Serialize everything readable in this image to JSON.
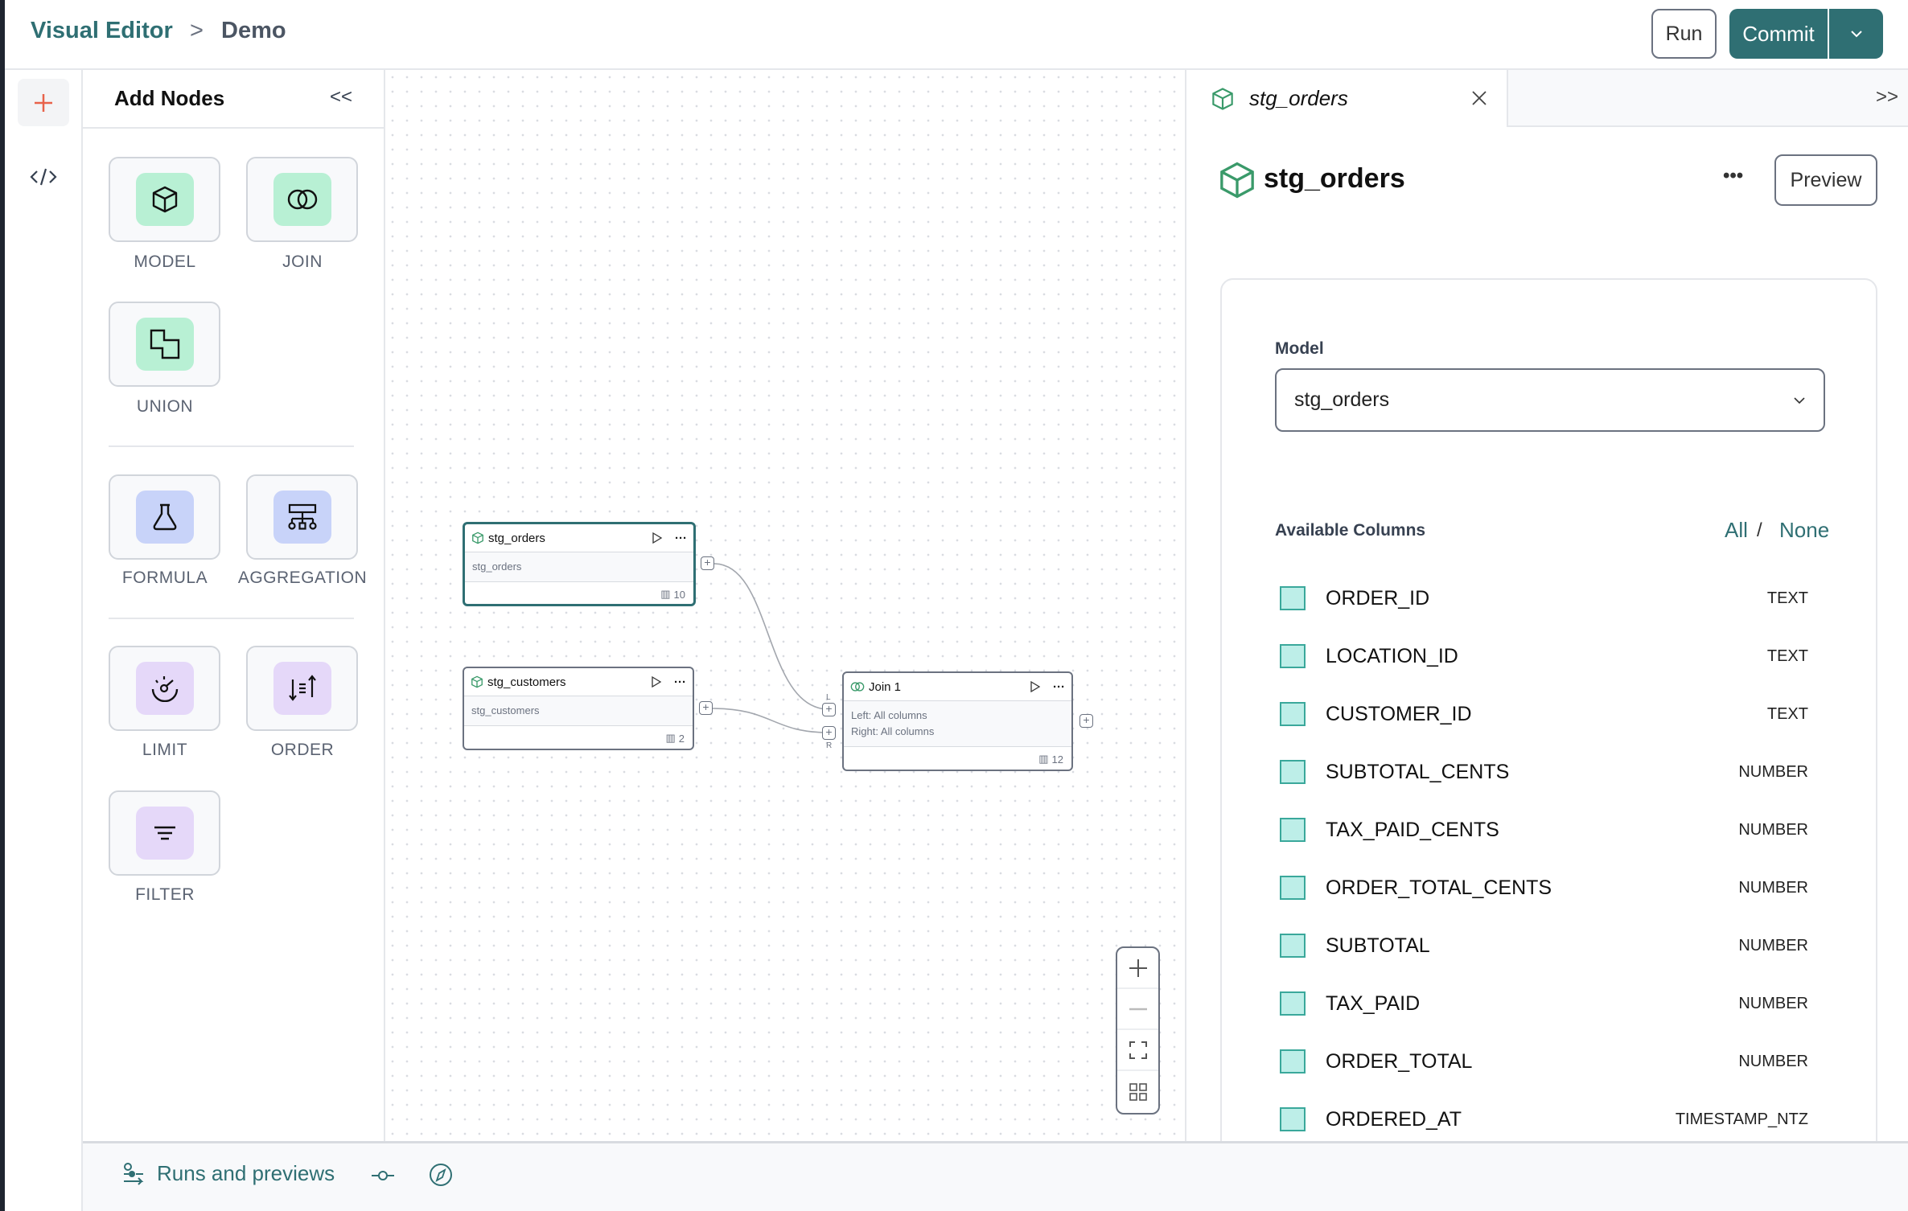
{
  "header": {
    "breadcrumb_root": "Visual Editor",
    "breadcrumb_separator": ">",
    "breadcrumb_current": "Demo",
    "run_label": "Run",
    "commit_label": "Commit"
  },
  "colors": {
    "accent": "#2f6f73",
    "model_tile": "#b8f0d4",
    "transform_tile": "#c8d3f9",
    "filter_tile": "#e5d8f9",
    "checkbox": "#bdeee8"
  },
  "rail": {
    "items": [
      {
        "icon": "plus-icon"
      },
      {
        "icon": "code-icon"
      }
    ]
  },
  "add_nodes": {
    "title": "Add Nodes",
    "collapse_label": "<<",
    "tiles": [
      {
        "label": "MODEL",
        "icon": "cube-icon"
      },
      {
        "label": "JOIN",
        "icon": "join-icon"
      },
      {
        "label": "UNION",
        "icon": "union-icon"
      },
      {
        "label": "FORMULA",
        "icon": "flask-icon"
      },
      {
        "label": "AGGREGATION",
        "icon": "hierarchy-icon"
      },
      {
        "label": "LIMIT",
        "icon": "gauge-icon"
      },
      {
        "label": "ORDER",
        "icon": "sort-icon"
      },
      {
        "label": "FILTER",
        "icon": "filter-icon"
      }
    ]
  },
  "canvas": {
    "nodes": [
      {
        "title": "stg_orders",
        "body": [
          "stg_orders"
        ],
        "columns": "10"
      },
      {
        "title": "stg_customers",
        "body": [
          "stg_customers"
        ],
        "columns": "2"
      },
      {
        "title": "Join 1",
        "body": [
          "Left: All columns",
          "Right: All columns"
        ],
        "columns": "12",
        "left_handle": "L",
        "right_handle": "R"
      }
    ]
  },
  "bottom_bar": {
    "runs_label": "Runs and previews"
  },
  "right_panel": {
    "tab_label": "stg_orders",
    "expand_label": ">>",
    "title": "stg_orders",
    "more_label": "•••",
    "preview_label": "Preview",
    "model_label": "Model",
    "model_value": "stg_orders",
    "available_columns_label": "Available Columns",
    "all_label": "All",
    "slash": "/",
    "none_label": "None",
    "columns": [
      {
        "name": "ORDER_ID",
        "type": "TEXT"
      },
      {
        "name": "LOCATION_ID",
        "type": "TEXT"
      },
      {
        "name": "CUSTOMER_ID",
        "type": "TEXT"
      },
      {
        "name": "SUBTOTAL_CENTS",
        "type": "NUMBER"
      },
      {
        "name": "TAX_PAID_CENTS",
        "type": "NUMBER"
      },
      {
        "name": "ORDER_TOTAL_CENTS",
        "type": "NUMBER"
      },
      {
        "name": "SUBTOTAL",
        "type": "NUMBER"
      },
      {
        "name": "TAX_PAID",
        "type": "NUMBER"
      },
      {
        "name": "ORDER_TOTAL",
        "type": "NUMBER"
      },
      {
        "name": "ORDERED_AT",
        "type": "TIMESTAMP_NTZ"
      }
    ]
  }
}
